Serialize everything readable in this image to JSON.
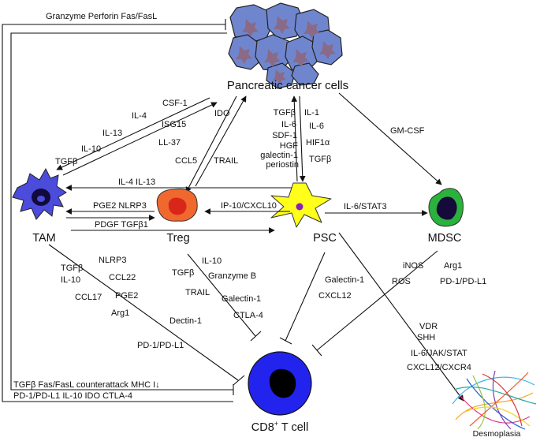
{
  "nodes": {
    "cancer": "Pancreatic cancer cells",
    "tam": "TAM",
    "treg": "Treg",
    "psc": "PSC",
    "mdsc": "MDSC",
    "cd8_prefix": "CD8",
    "cd8_sup": "+",
    "cd8_suffix": " T cell",
    "desmo": "Desmoplasia"
  },
  "top_inhibition": "Granzyme Perforin  Fas/FasL",
  "cancer_to_tam": [
    "CSF-1",
    "IL-4",
    "IL-13",
    "IL-10",
    "TGFβ"
  ],
  "tam_to_cancer": [
    "ISG15",
    "LL-37"
  ],
  "cancer_treg": {
    "ido": "IDO",
    "ccl5": "CCL5",
    "trail": "TRAIL"
  },
  "cancer_psc_left": [
    "TGFβ",
    "IL-6",
    "SDF-1",
    "HGF",
    "galectin-1",
    "periostin"
  ],
  "cancer_psc_right": [
    "IL-1",
    "IL-6",
    "HIF1α",
    "TGFβ"
  ],
  "gmcsf": "GM-CSF",
  "psc_to_tam": "IL-4   IL-13",
  "treg_tam": {
    "top": "PGE2  NLRP3",
    "bottom": "PDGF   TGFβ1"
  },
  "psc_treg": "IP-10/CXCL10",
  "psc_mdsc": "IL-6/STAT3",
  "tam_cd8": [
    "TGFβ",
    "NLRP3",
    "IL-10",
    "CCL22",
    "CCL17",
    "PGE2",
    "Arg1",
    "Dectin-1",
    "PD-1/PD-L1"
  ],
  "treg_cd8": [
    "IL-10",
    "TGFβ",
    "Granzyme B",
    "TRAIL",
    "Galectin-1",
    "CTLA-4"
  ],
  "psc_cd8": [
    "Galectin-1",
    "CXCL12"
  ],
  "mdsc_cd8": [
    "iNOS",
    "Arg1",
    "ROS",
    "PD-1/PD-L1"
  ],
  "psc_desmo": [
    "VDR",
    "SHH",
    "IL-6/JAK/STAT",
    "CXCL12/CXCR4"
  ],
  "bottom_left_line1": "TGFβ   Fas/FasL counterattack  MHC I↓",
  "bottom_left_line2": "PD-1/PD-L1  IL-10  IDO   CTLA-4"
}
